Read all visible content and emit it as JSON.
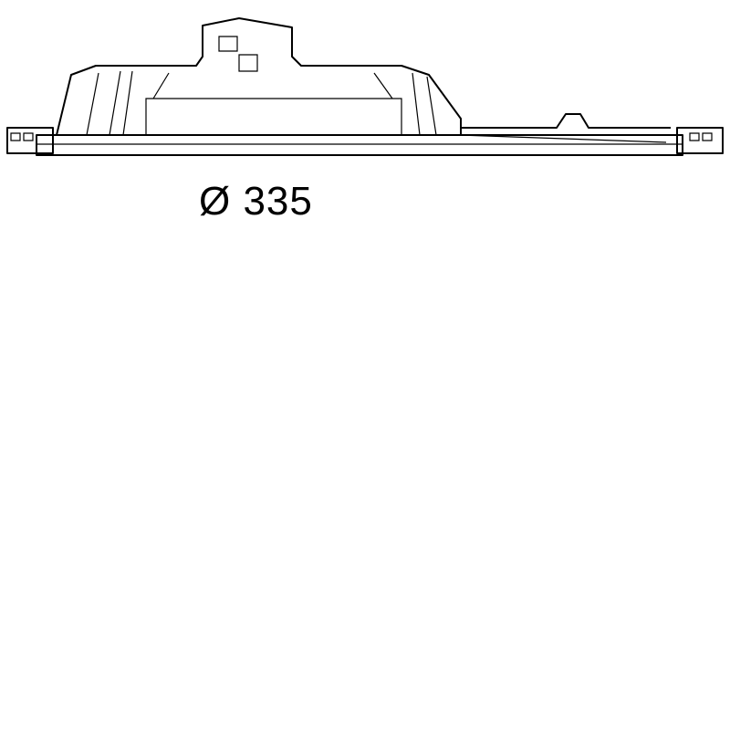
{
  "drawing": {
    "dimension_label": "Ø 335",
    "views": [
      "side-view",
      "front-view"
    ],
    "line_color": "#000000",
    "background_color": "#ffffff"
  }
}
